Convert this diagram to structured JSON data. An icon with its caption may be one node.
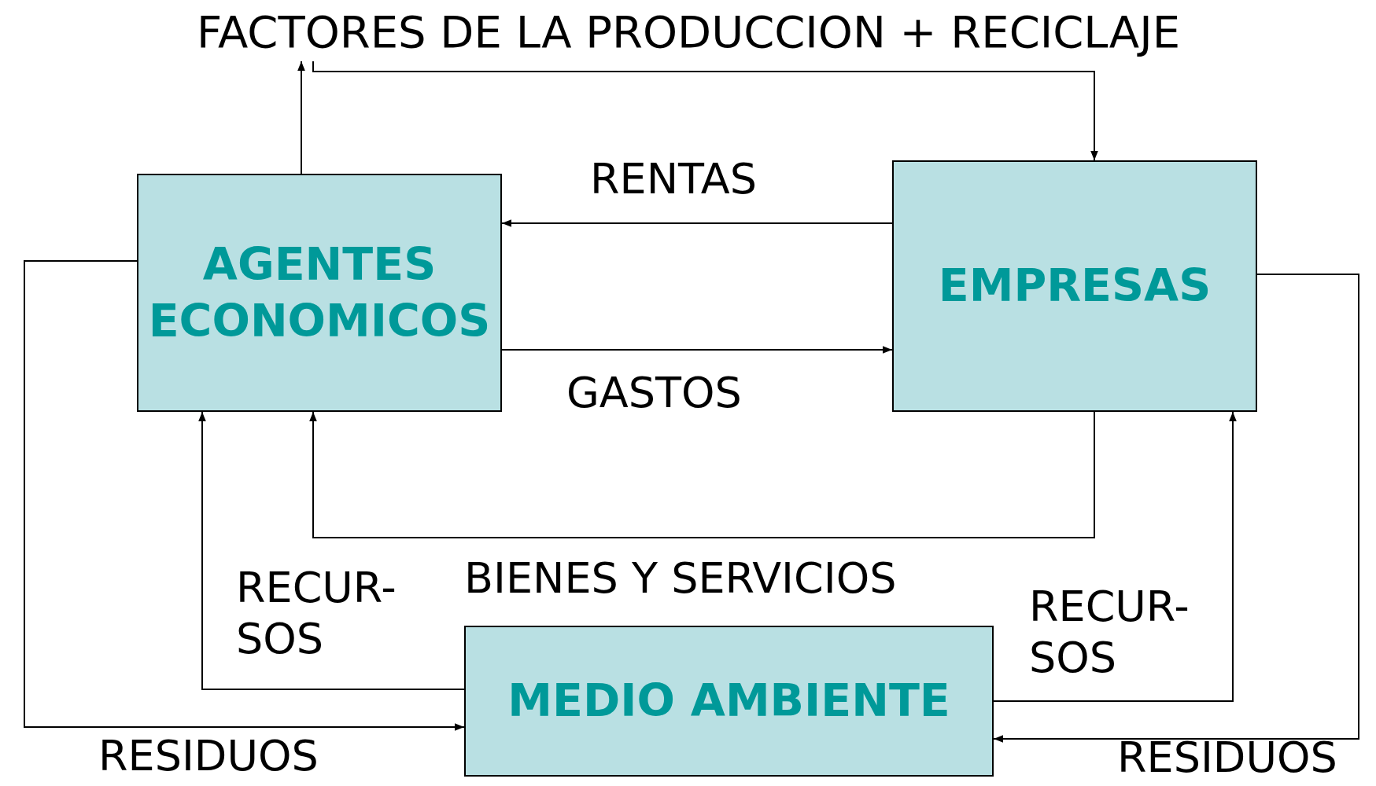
{
  "diagram": {
    "nodes": [
      {
        "text": [
          "FACTORES DE LA PRODUCCION + RECICLAJE"
        ]
      },
      {
        "text": [
          "AGENTES ECONOMICOS"
        ]
      },
      {
        "text": [
          "EMPRESAS"
        ]
      },
      {
        "text": [
          "MEDIO AMBIENTE"
        ]
      }
    ],
    "edges": [
      {
        "from": 1,
        "to": 0,
        "arrow": "to"
      },
      {
        "from": 0,
        "to": 2,
        "arrow": "to"
      },
      {
        "from": 2,
        "to": 1,
        "arrow": "to",
        "label": "RENTAS"
      },
      {
        "from": 1,
        "to": 2,
        "arrow": "to",
        "label": "GASTOS"
      },
      {
        "from": 2,
        "to": 1,
        "arrow": "to",
        "label": "BIENES Y SERVICIOS"
      },
      {
        "from": 3,
        "to": 1,
        "arrow": "to",
        "label": "RECUR- SOS"
      },
      {
        "from": 3,
        "to": 2,
        "arrow": "to",
        "label": "RECUR- SOS"
      },
      {
        "from": 1,
        "to": 3,
        "arrow": "to",
        "label": "RESIDUOS"
      },
      {
        "from": 2,
        "to": 3,
        "arrow": "to",
        "label": "RESIDUOS"
      }
    ]
  }
}
